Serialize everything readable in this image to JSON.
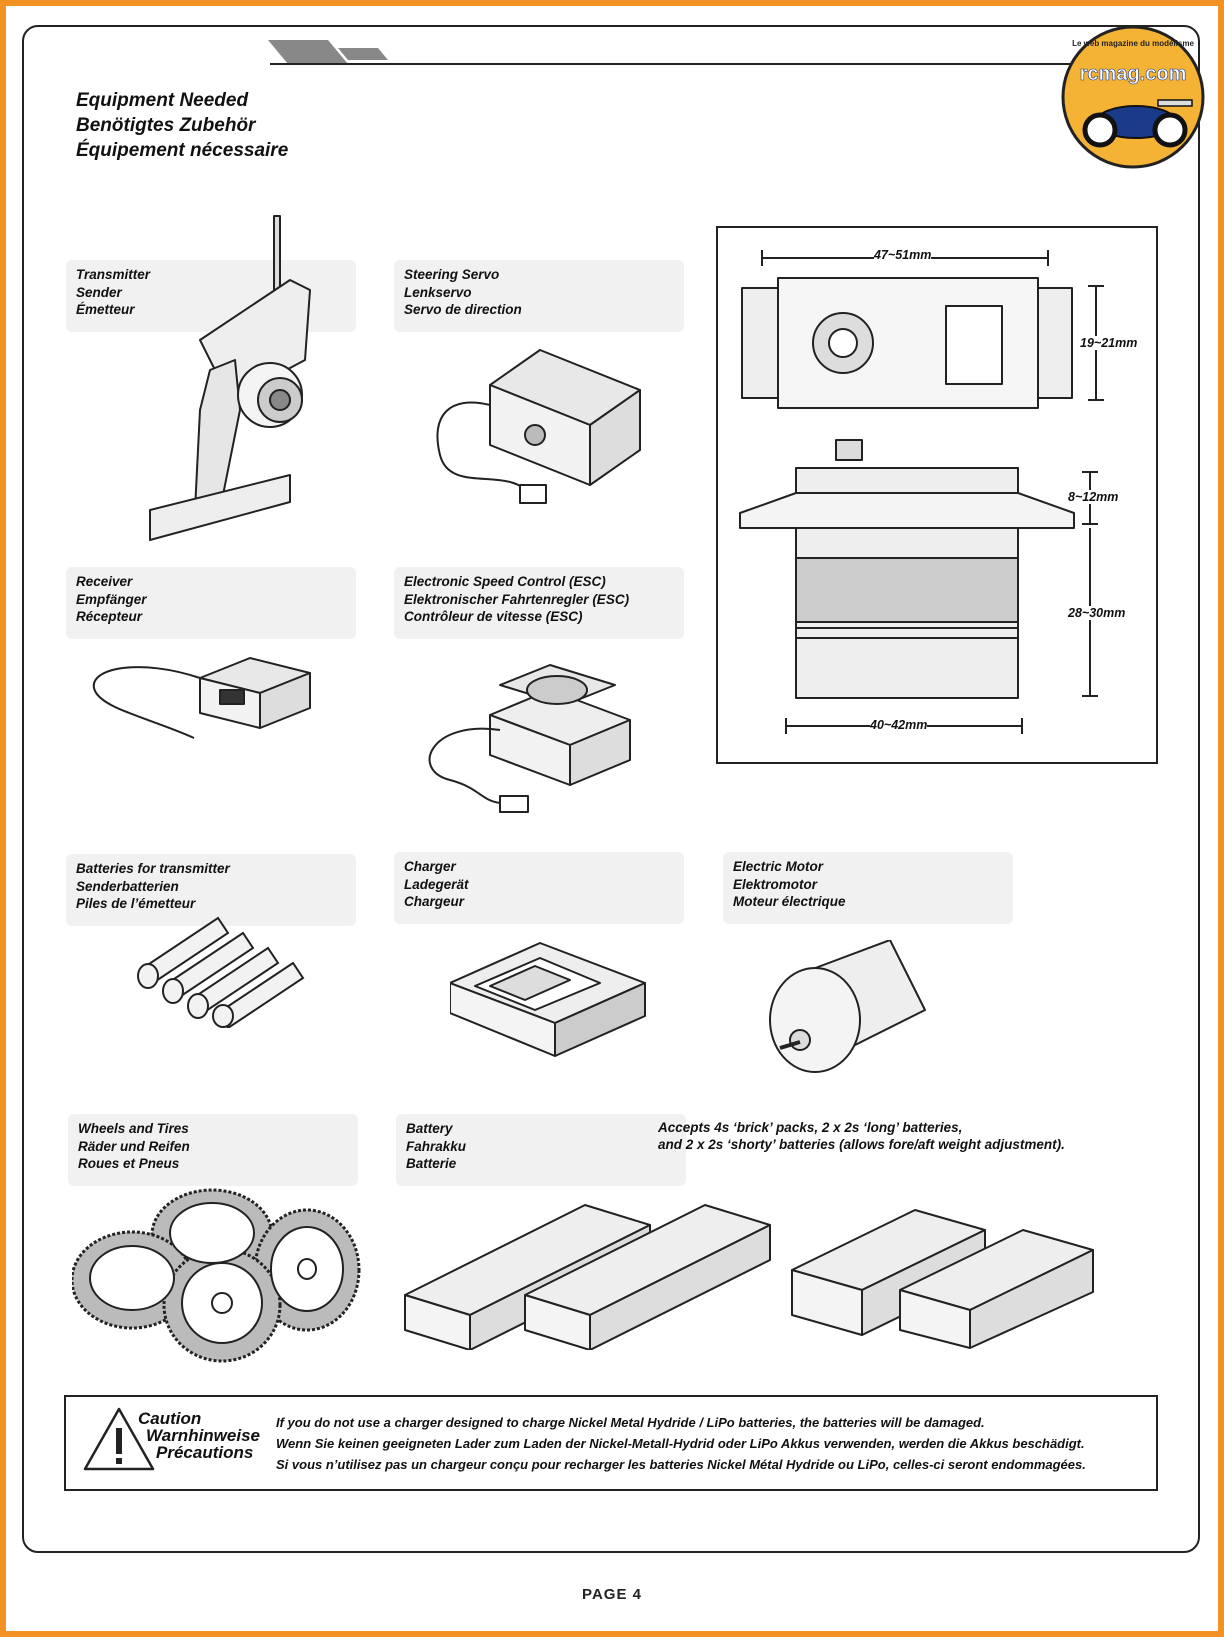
{
  "logo": {
    "site": "rcmag.com",
    "tagline": "Le web magazine du modélisme",
    "icon": "rc-buggy-icon"
  },
  "titles": [
    "Equipment Needed",
    "Benötigtes Zubehör",
    "Équipement nécessaire"
  ],
  "items": {
    "transmitter": [
      "Transmitter",
      "Sender",
      "Émetteur"
    ],
    "servo": [
      "Steering Servo",
      "Lenkservo",
      "Servo de direction"
    ],
    "receiver": [
      "Receiver",
      "Empfänger",
      "Récepteur"
    ],
    "esc": [
      "Electronic Speed Control (ESC)",
      "Elektronischer Fahrtenregler (ESC)",
      "Contrôleur de vitesse (ESC)"
    ],
    "tx_batteries": [
      "Batteries for transmitter",
      "Senderbatterien",
      "Piles de l’émetteur"
    ],
    "charger": [
      "Charger",
      "Ladegerät",
      "Chargeur"
    ],
    "motor": [
      "Electric Motor",
      "Elektromotor",
      "Moteur électrique"
    ],
    "wheels": [
      "Wheels and Tires",
      "Räder und Reifen",
      "Roues et Pneus"
    ],
    "battery": [
      "Battery",
      "Fahrakku",
      "Batterie"
    ]
  },
  "servo_dims": {
    "width_top": "47~51mm",
    "height_side": "19~21mm",
    "top_section": "8~12mm",
    "body_height": "28~30mm",
    "width_bottom": "40~42mm"
  },
  "battery_note": [
    "Accepts 4s ‘brick’ packs, 2 x 2s ‘long’ batteries,",
    "and 2 x 2s ‘shorty’ batteries (allows fore/aft weight adjustment)."
  ],
  "caution": {
    "headings": [
      "Caution",
      "Warnhinweise",
      "Précautions"
    ],
    "lines": [
      "If you do not use a charger designed to charge Nickel Metal Hydride / LiPo batteries, the batteries will be damaged.",
      "Wenn Sie keinen geeigneten Lader zum Laden der Nickel-Metall-Hydrid oder LiPo Akkus verwenden, werden die Akkus beschädigt.",
      "Si vous n’utilisez pas un chargeur conçu pour recharger les batteries Nickel Métal Hydride ou LiPo, celles-ci seront endommagées."
    ]
  },
  "page_label": "PAGE 4",
  "colors": {
    "border": "#f29222",
    "logo_fill": "#f5b335",
    "ink": "#111111"
  }
}
